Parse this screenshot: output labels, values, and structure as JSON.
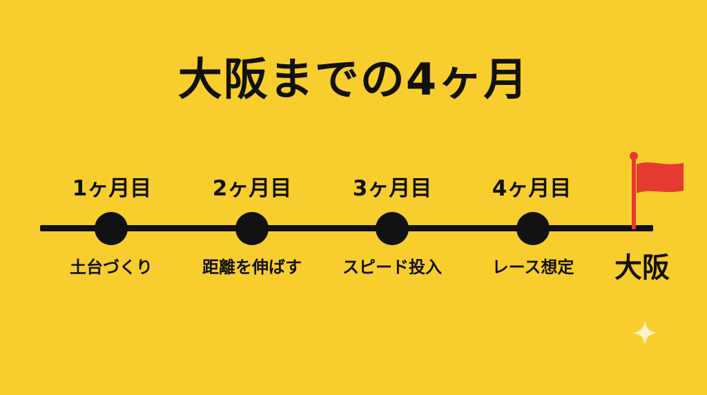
{
  "title": "大阪までの4ヶ月",
  "milestones": [
    {
      "month": "1ヶ月目",
      "phase": "土台づくり"
    },
    {
      "month": "2ヶ月目",
      "phase": "距離を伸ばす"
    },
    {
      "month": "3ヶ月目",
      "phase": "スピード投入"
    },
    {
      "month": "4ヶ月目",
      "phase": "レース想定"
    }
  ],
  "goal": {
    "label": "大阪"
  },
  "colors": {
    "background": "#f8cd2e",
    "line": "#111111",
    "flag": "#e53a2f",
    "sparkle": "#fff4c9"
  }
}
